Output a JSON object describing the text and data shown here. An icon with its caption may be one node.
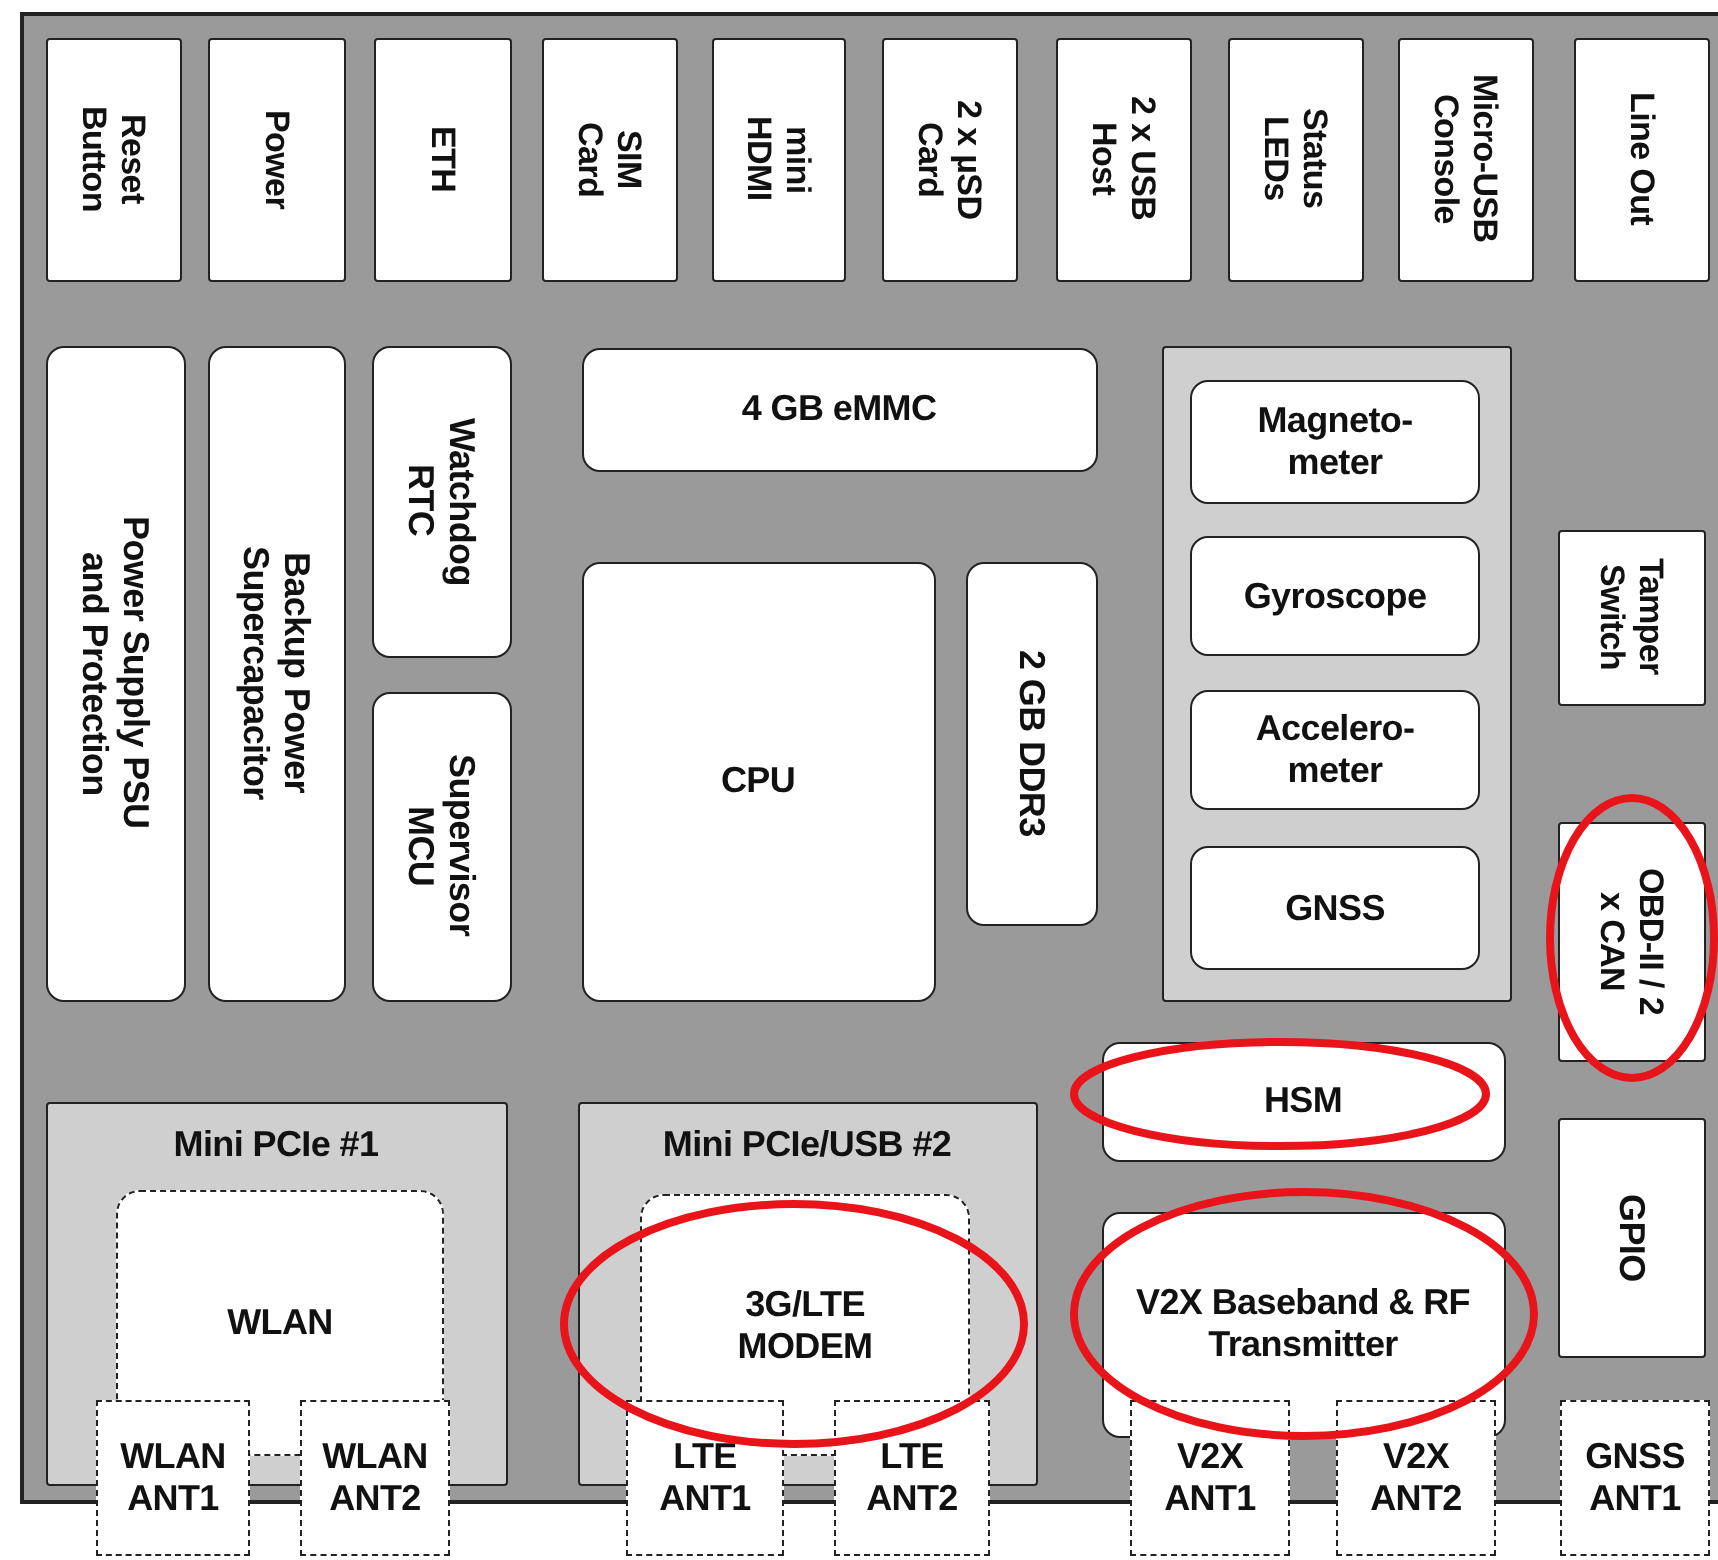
{
  "diagram": {
    "nodes": [
      {
        "text": [],
        "shape": "box"
      },
      {
        "text": [
          "Reset Button"
        ],
        "in": 0
      },
      {
        "text": [
          "Power"
        ],
        "in": 0
      },
      {
        "text": [
          "ETH"
        ],
        "in": 0
      },
      {
        "text": [
          "SIM Card"
        ],
        "in": 0
      },
      {
        "text": [
          "mini HDMI"
        ],
        "in": 0
      },
      {
        "text": [
          "2 x µSD Card"
        ],
        "in": 0
      },
      {
        "text": [
          "2 x USB Host"
        ],
        "in": 0
      },
      {
        "text": [
          "Status LEDs"
        ],
        "in": 0
      },
      {
        "text": [
          "Micro-USB Console"
        ],
        "in": 0
      },
      {
        "text": [
          "Line Out"
        ],
        "in": 0
      },
      {
        "text": [
          "Power Supply PSU and Protection"
        ],
        "in": 0
      },
      {
        "text": [
          "Backup Power Supercapacitor"
        ],
        "in": 0
      },
      {
        "text": [
          "Watchdog RTC"
        ],
        "in": 0
      },
      {
        "text": [
          "Supervisor MCU"
        ],
        "in": 0
      },
      {
        "text": [
          "4 GB eMMC"
        ],
        "in": 0
      },
      {
        "text": [
          "CPU"
        ],
        "in": 0
      },
      {
        "text": [
          "2 GB DDR3"
        ],
        "in": 0
      },
      {
        "text": [],
        "shape": "box",
        "in": 0
      },
      {
        "text": [
          "Magneto-meter"
        ],
        "in": 18
      },
      {
        "text": [
          "Gyroscope"
        ],
        "in": 18
      },
      {
        "text": [
          "Accelero-meter"
        ],
        "in": 18
      },
      {
        "text": [
          "GNSS"
        ],
        "in": 18
      },
      {
        "text": [
          "Tamper Switch"
        ],
        "in": 0
      },
      {
        "text": [
          "OBD-II / 2 x CAN"
        ],
        "in": 0
      },
      {
        "text": [
          "HSM"
        ],
        "in": 0
      },
      {
        "text": [
          "GPIO"
        ],
        "in": 0
      },
      {
        "text": [
          "Mini PCIe #1"
        ],
        "in": 0
      },
      {
        "text": [
          "WLAN"
        ],
        "in": 27
      },
      {
        "text": [
          "Mini PCIe/USB #2"
        ],
        "in": 0
      },
      {
        "text": [
          "3G/LTE MODEM"
        ],
        "in": 29
      },
      {
        "text": [
          "V2X Baseband & RF Transmitter"
        ],
        "in": 0
      },
      {
        "text": [
          "WLAN ANT1"
        ]
      },
      {
        "text": [
          "WLAN ANT2"
        ]
      },
      {
        "text": [
          "LTE ANT1"
        ]
      },
      {
        "text": [
          "LTE ANT2"
        ]
      },
      {
        "text": [
          "V2X ANT1"
        ]
      },
      {
        "text": [
          "V2X ANT2"
        ]
      },
      {
        "text": [
          "GNSS ANT1"
        ]
      }
    ]
  }
}
